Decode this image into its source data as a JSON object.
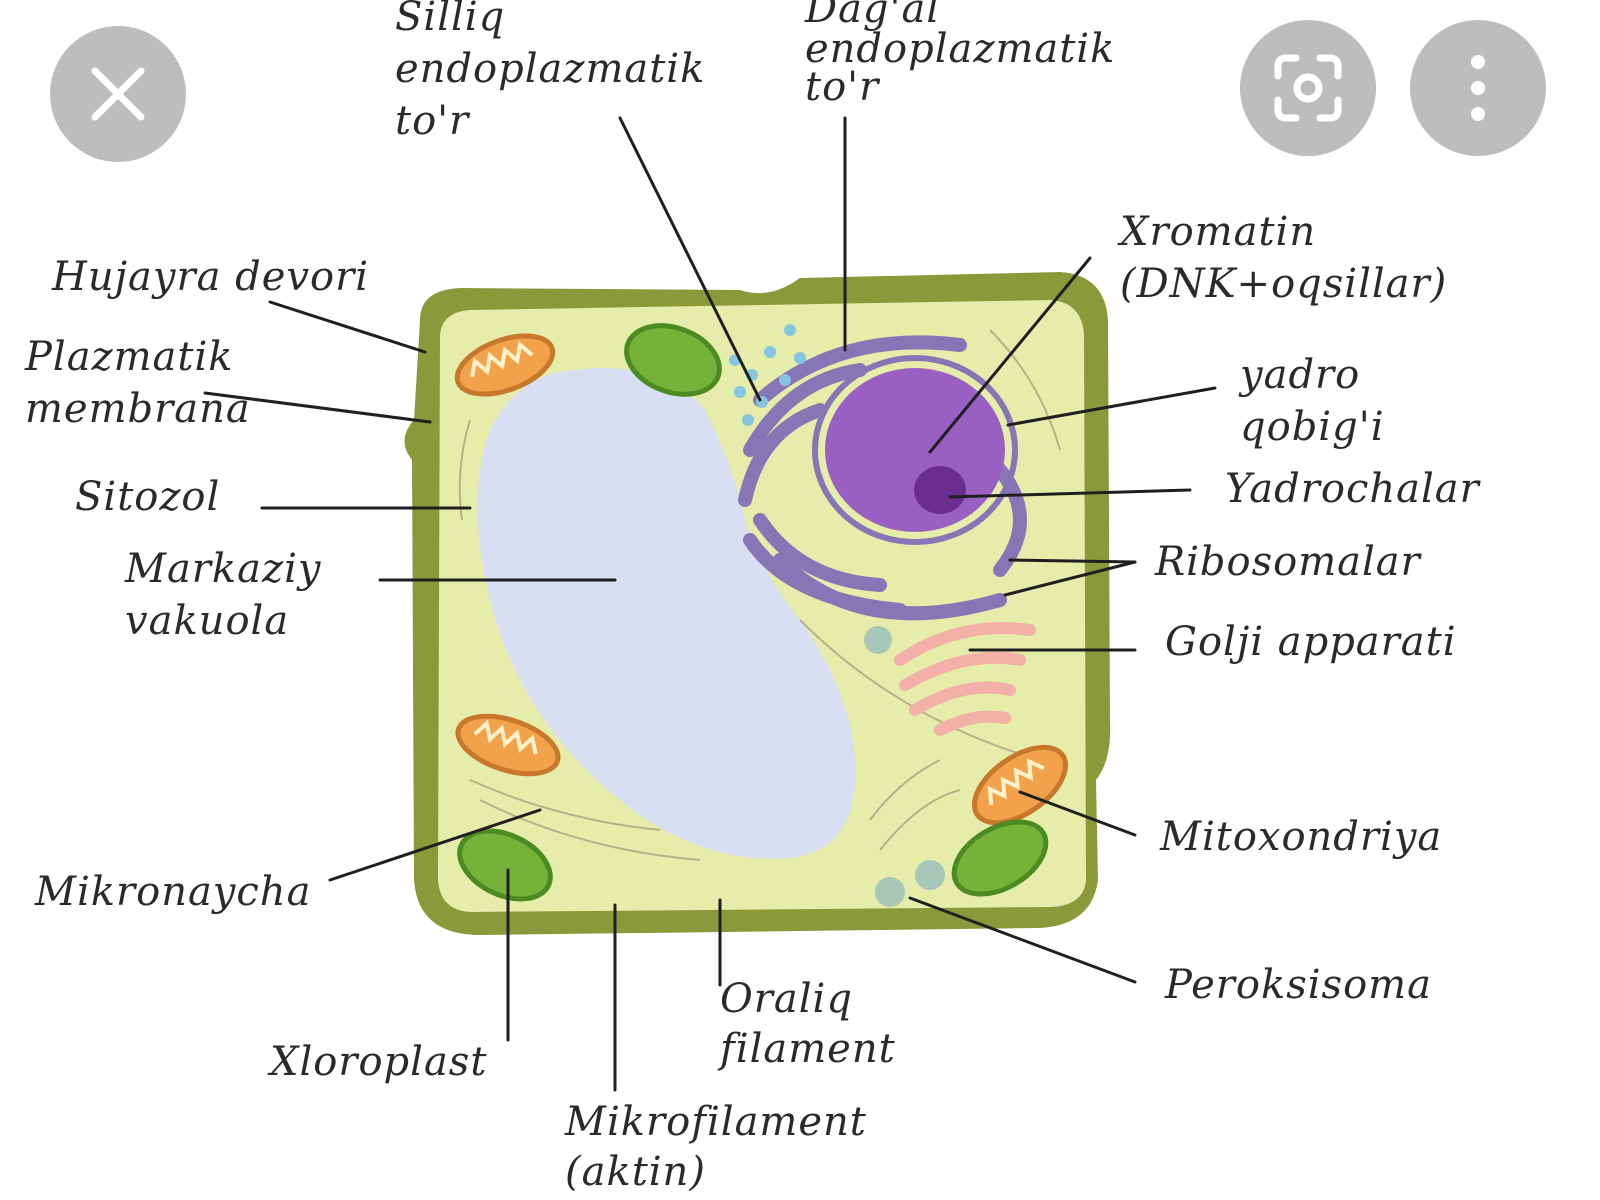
{
  "controls": {
    "close_icon": "close-icon",
    "lens_icon": "lens-search-icon",
    "more_icon": "more-vertical-icon"
  },
  "colors": {
    "cell_wall": "#8a9a3a",
    "cytosol": "#e6edaa",
    "vacuole": "#d9dff2",
    "nucleus": "#9a5fc2",
    "nucleolus": "#6b2d8f",
    "er": "#8776b5",
    "smooth_er": "#86c4e0",
    "mitochondria": "#f2a24a",
    "chloroplast": "#76b13a",
    "golgi": "#f3b0a8",
    "peroxisome": "#a9c7b8"
  },
  "labels": {
    "silliq": [
      "Silliq",
      "endoplazmatik",
      "to'r"
    ],
    "dagal": [
      "Dag'al",
      "endoplazmatik",
      "to'r"
    ],
    "hujayra_devori": [
      "Hujayra devori"
    ],
    "plazmatik": [
      "Plazmatik",
      "membrana"
    ],
    "sitozol": [
      "Sitozol"
    ],
    "markaziy": [
      "Markaziy",
      "vakuola"
    ],
    "mikronaycha": [
      "Mikronaycha"
    ],
    "xloroplast": [
      "Xloroplast"
    ],
    "mikrofilament": [
      "Mikrofilament",
      "(aktin)"
    ],
    "oraliq": [
      "Oraliq",
      "filament"
    ],
    "xromatin": [
      "Xromatin",
      "(DNK+oqsillar)"
    ],
    "yadro": [
      "yadro",
      "qobig'i"
    ],
    "yadrochalar": [
      "Yadrochalar"
    ],
    "ribosomalar": [
      "Ribosomalar"
    ],
    "golji": [
      "Golji apparati"
    ],
    "mitoxondriya": [
      "Mitoxondriya"
    ],
    "peroksisoma": [
      "Peroksisoma"
    ]
  }
}
